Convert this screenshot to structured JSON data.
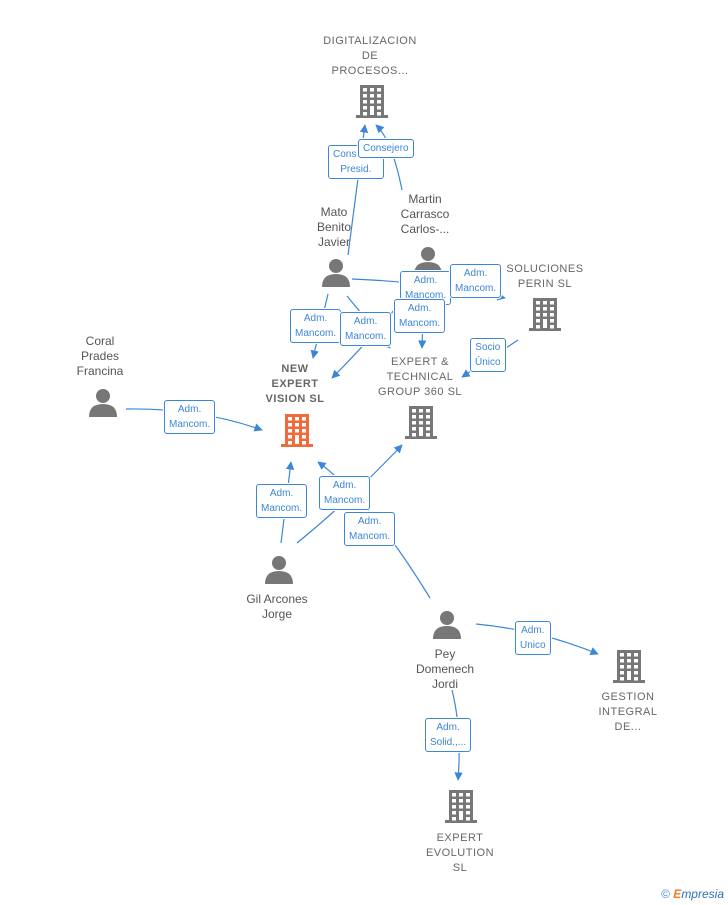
{
  "colors": {
    "edge": "#3c86d8",
    "icon": "#777777",
    "focus_icon": "#f26a3c"
  },
  "nodes": {
    "digitalizacion": {
      "label": "DIGITALIZACION\nDE\nPROCESOS...",
      "type": "company"
    },
    "mato": {
      "label": "Mato\nBenito\nJavier",
      "type": "person"
    },
    "martin": {
      "label": "Martin\nCarrasco\nCarlos-...",
      "type": "person"
    },
    "soluciones": {
      "label": "SOLUCIONES\nPERIN SL",
      "type": "company"
    },
    "coral": {
      "label": "Coral\nPrades\nFrancina",
      "type": "person"
    },
    "new_expert": {
      "label": "NEW\nEXPERT\nVISION SL",
      "type": "focus"
    },
    "expert_tech": {
      "label": "EXPERT &\nTECHNICAL\nGROUP 360 SL",
      "type": "company"
    },
    "gil": {
      "label": "Gil Arcones\nJorge",
      "type": "person"
    },
    "pey": {
      "label": "Pey\nDomenech\nJordi",
      "type": "person"
    },
    "gestion": {
      "label": "GESTION\nINTEGRAL\nDE...",
      "type": "company"
    },
    "expert_evo": {
      "label": "EXPERT\nEVOLUTION\nSL",
      "type": "company"
    }
  },
  "edges": [
    {
      "id": "e1",
      "label": "Consejero\nPresid."
    },
    {
      "id": "e2",
      "label": "Consejero"
    },
    {
      "id": "e3",
      "label": "Adm.\nMancom."
    },
    {
      "id": "e4",
      "label": "Adm.\nMancom."
    },
    {
      "id": "e5",
      "label": "Adm.\nMancom."
    },
    {
      "id": "e6",
      "label": "Adm.\nMancom."
    },
    {
      "id": "e7",
      "label": "Adm.\nMancom."
    },
    {
      "id": "e8",
      "label": "Socio\nÚnico"
    },
    {
      "id": "e9",
      "label": "Adm.\nMancom."
    },
    {
      "id": "e10",
      "label": "Adm.\nMancom."
    },
    {
      "id": "e11",
      "label": "Adm.\nMancom."
    },
    {
      "id": "e12",
      "label": "Adm.\nMancom."
    },
    {
      "id": "e13",
      "label": "Adm.\nUnico"
    },
    {
      "id": "e14",
      "label": "Adm.\nSolid.,..."
    }
  ],
  "footer": {
    "copyright": "©",
    "brand_initial": "E",
    "brand_rest": "mpresia"
  }
}
